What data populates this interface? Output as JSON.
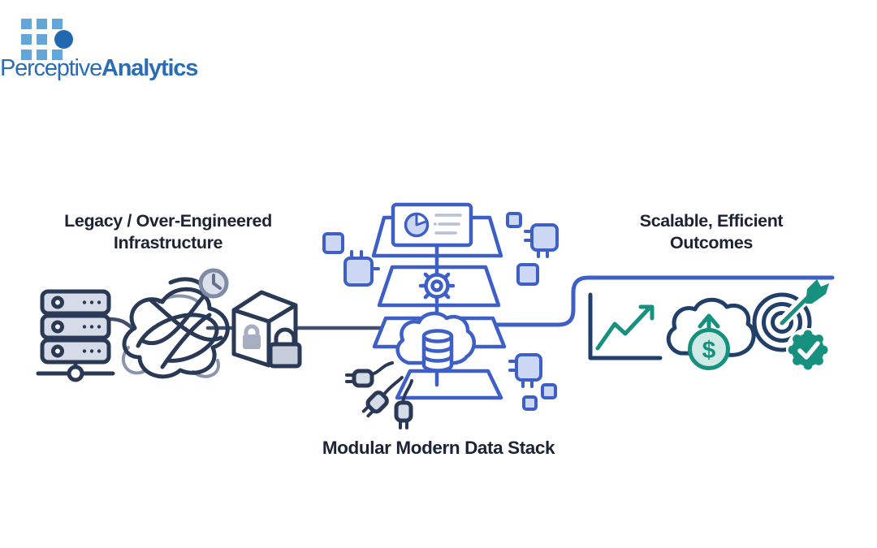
{
  "brand": {
    "name_regular": "Perceptive",
    "name_bold": "Analytics",
    "logo_icon": "grid-of-squares-with-circle"
  },
  "legacy": {
    "title_line1": "Legacy / Over-Engineered",
    "title_line2": "Infrastructure",
    "icons": [
      "server-stack-icon",
      "tangled-wires-icon",
      "clock-icon",
      "locked-box-icon",
      "padlock-icon"
    ]
  },
  "stack": {
    "title": "Modular Modern Data Stack",
    "icons": [
      "pie-chart-screen-icon",
      "gear-icon",
      "cloud-database-icon",
      "power-plug-icons",
      "chip-icons"
    ]
  },
  "outcomes": {
    "title_line1": "Scalable, Efficient",
    "title_line2": "Outcomes",
    "dollar_symbol": "$",
    "icons": [
      "growth-chart-icon",
      "cloud-dollar-icon",
      "target-dart-icon",
      "verified-badge-icon"
    ]
  },
  "colors": {
    "royal": "#3e5fc6",
    "chip-fill": "#ccd7f3",
    "navy": "#2a3955",
    "navy-dark": "#20406b",
    "teal": "#17917f",
    "teal-fill": "#cfe9e5",
    "gray-icon": "#7f8aa5",
    "gray-hand": "#66708c",
    "gray-fill": "#dbe0ea",
    "gray-line": "#8a94ad",
    "server-fill": "#d6dbe8",
    "lock-gray": "#a7aec2",
    "lock-fill": "#c7ccd9",
    "connector": "#44506b",
    "heading": "#1c2334",
    "screen-line": "#b6c0d6",
    "logo-blue": "#2a6db5",
    "logo-square": "#63a6da",
    "logo-circle": "#2268b0"
  }
}
